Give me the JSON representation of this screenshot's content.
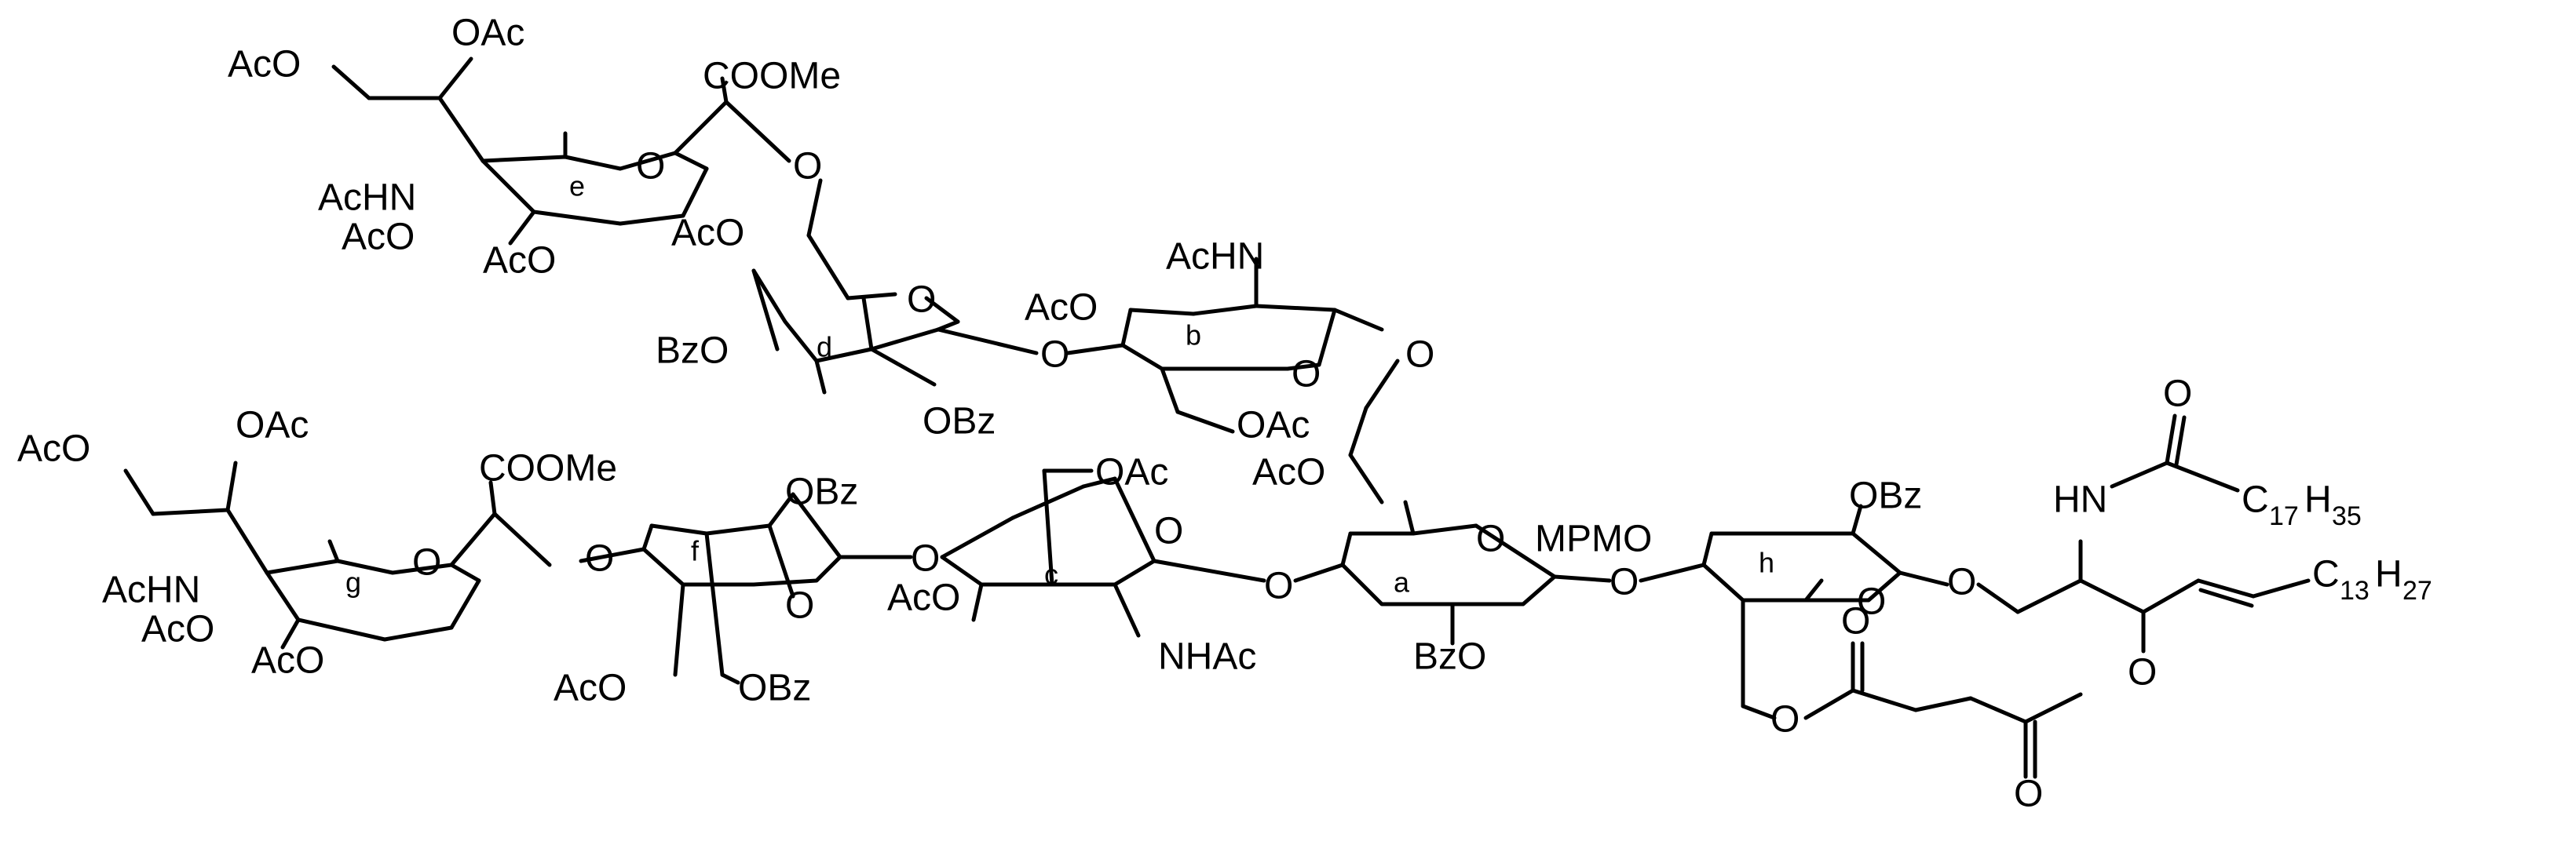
{
  "colors": {
    "ink": "#000000",
    "background": "#ffffff"
  },
  "labels": {
    "t_ac1": "AcO",
    "t_oac1": "OAc",
    "t_coome1": "COOMe",
    "t_acnh1": "AcHN",
    "t_aco_e1": "AcO",
    "t_aco_e2": "AcO",
    "t_aco_e3": "AcO",
    "t_o_link_de": "O",
    "t_o_ring_e": "O",
    "t_acnh_b": "AcHN",
    "t_aco_b": "AcO",
    "t_o_ring_d": "O",
    "t_bzo_d": "BzO",
    "t_obz_d": "OBz",
    "t_o_link_db": "O",
    "t_o_ring_b": "O",
    "t_oac_b": "OAc",
    "t_o_link_ba": "O",
    "t_ac2": "AcO",
    "t_oac2": "OAc",
    "t_coome2": "COOMe",
    "t_acnh2": "AcHN",
    "t_aco_g1": "AcO",
    "t_aco_g2": "AcO",
    "t_o_ring_g": "O",
    "t_o_link_gf": "O",
    "t_obz_f1": "OBz",
    "t_o_ring_f": "O",
    "t_aco_f": "AcO",
    "t_obz_f2": "OBz",
    "t_o_link_fc": "O",
    "t_oac_c": "OAc",
    "t_o_ring_c": "O",
    "t_aco_c": "AcO",
    "t_nhac_c": "NHAc",
    "t_o_link_ca": "O",
    "t_aco_a": "AcO",
    "t_o_ring_a": "O",
    "t_bzo_a": "BzO",
    "t_mpmo": "MPMO",
    "t_o_link_ah": "O",
    "t_obz_h": "OBz",
    "t_o_ring_h": "O",
    "t_o_link_hs": "O",
    "t_o_ester1": "O",
    "t_o_carb1": "O",
    "t_o_carb2": "O",
    "t_o_ester2": "O",
    "t_o_amide": "O",
    "t_hn": "HN",
    "t_c17": "C",
    "t_c17_sub1": "17",
    "t_c17_h": "H",
    "t_c17_sub2": "35",
    "t_c13": "C",
    "t_c13_sub1": "13",
    "t_c13_h": "H",
    "t_c13_sub2": "27"
  },
  "ring_labels": {
    "a": "a",
    "b": "b",
    "c": "c",
    "d": "d",
    "e": "e",
    "f": "f",
    "g": "g",
    "h": "h"
  }
}
